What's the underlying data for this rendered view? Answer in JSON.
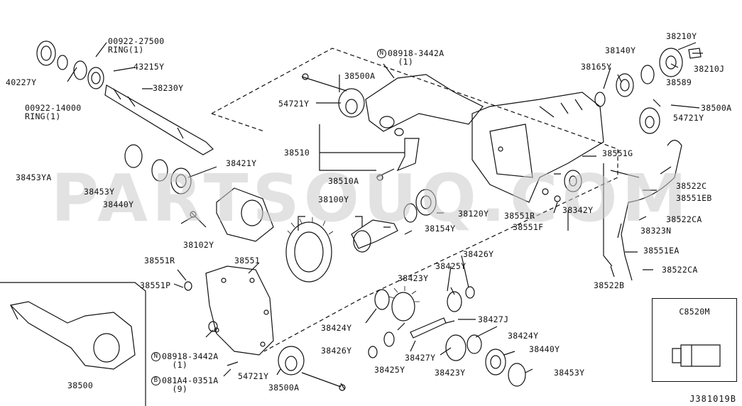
{
  "watermark": "PARTSOUQ.COM",
  "reference_code": "J381019B",
  "inset_label": "C8520M",
  "labels": [
    {
      "id": "l1",
      "text": "40227Y"
    },
    {
      "id": "l2",
      "text": "00922-27500\nRING(1)"
    },
    {
      "id": "l3",
      "text": "43215Y"
    },
    {
      "id": "l4",
      "text": "38230Y"
    },
    {
      "id": "l5",
      "text": "00922-14000\nRING(1)"
    },
    {
      "id": "l6",
      "text": "N"
    },
    {
      "id": "l7",
      "text": "08918-3442A\n  (1)"
    },
    {
      "id": "l8",
      "text": "38500A"
    },
    {
      "id": "l9",
      "text": "54721Y"
    },
    {
      "id": "l10",
      "text": "38510"
    },
    {
      "id": "l11",
      "text": "38510A"
    },
    {
      "id": "l12",
      "text": "38453YA"
    },
    {
      "id": "l13",
      "text": "38421Y"
    },
    {
      "id": "l14",
      "text": "38453Y"
    },
    {
      "id": "l15",
      "text": "38440Y"
    },
    {
      "id": "l16",
      "text": "38100Y"
    },
    {
      "id": "l17",
      "text": "38102Y"
    },
    {
      "id": "l18",
      "text": "38120Y"
    },
    {
      "id": "l19",
      "text": "38154Y"
    },
    {
      "id": "l20",
      "text": "38551R"
    },
    {
      "id": "l21",
      "text": "38551F"
    },
    {
      "id": "l22",
      "text": "38342Y"
    },
    {
      "id": "l23",
      "text": "38210Y"
    },
    {
      "id": "l24",
      "text": "38140Y"
    },
    {
      "id": "l25",
      "text": "38165Y"
    },
    {
      "id": "l26",
      "text": "38210J"
    },
    {
      "id": "l27",
      "text": "38589"
    },
    {
      "id": "l28",
      "text": "38500A"
    },
    {
      "id": "l29",
      "text": "54721Y"
    },
    {
      "id": "l30",
      "text": "38551G"
    },
    {
      "id": "l31",
      "text": "38522C"
    },
    {
      "id": "l32",
      "text": "38551EB"
    },
    {
      "id": "l33",
      "text": "38522CA"
    },
    {
      "id": "l34",
      "text": "38323N"
    },
    {
      "id": "l35",
      "text": "38551EA"
    },
    {
      "id": "l36",
      "text": "38522CA"
    },
    {
      "id": "l37",
      "text": "38522B"
    },
    {
      "id": "l38",
      "text": "38551R"
    },
    {
      "id": "l39",
      "text": "38551"
    },
    {
      "id": "l40",
      "text": "38551P"
    },
    {
      "id": "l41",
      "text": "38426Y"
    },
    {
      "id": "l42",
      "text": "38425Y"
    },
    {
      "id": "l43",
      "text": "38423Y"
    },
    {
      "id": "l44",
      "text": "38427J"
    },
    {
      "id": "l45",
      "text": "38424Y"
    },
    {
      "id": "l46",
      "text": "38424Y"
    },
    {
      "id": "l47",
      "text": "38440Y"
    },
    {
      "id": "l48",
      "text": "38426Y"
    },
    {
      "id": "l49",
      "text": "38427Y"
    },
    {
      "id": "l50",
      "text": "38425Y"
    },
    {
      "id": "l51",
      "text": "38423Y"
    },
    {
      "id": "l52",
      "text": "38453Y"
    },
    {
      "id": "l53",
      "text": "N"
    },
    {
      "id": "l54",
      "text": "08918-3442A\n  (1)"
    },
    {
      "id": "l55",
      "text": "54721Y"
    },
    {
      "id": "l56",
      "text": "B"
    },
    {
      "id": "l57",
      "text": "081A4-0351A\n  (9)"
    },
    {
      "id": "l58",
      "text": "38500A"
    },
    {
      "id": "l59",
      "text": "38500"
    }
  ]
}
